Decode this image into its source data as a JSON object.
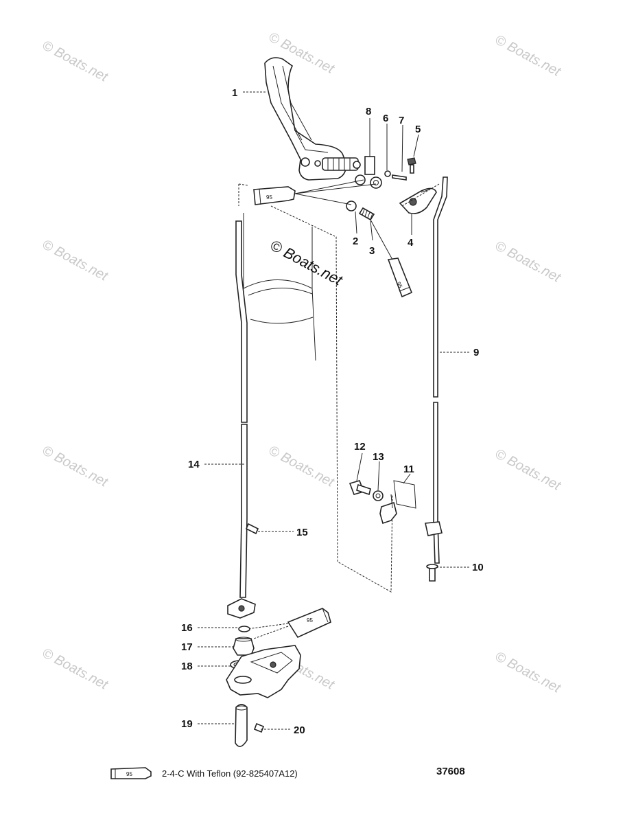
{
  "watermark": "Boats.net",
  "center_watermark": "© Boats.net",
  "callouts": {
    "c1": "1",
    "c2": "2",
    "c3": "3",
    "c4": "4",
    "c5": "5",
    "c6": "6",
    "c7": "7",
    "c8": "8",
    "c9": "9",
    "c10": "10",
    "c11": "11",
    "c12": "12",
    "c13": "13",
    "c14": "14",
    "c15": "15",
    "c16": "16",
    "c17": "17",
    "c18": "18",
    "c19": "19",
    "c20": "20"
  },
  "tube_label": "95",
  "legend": {
    "tube_label": "95",
    "text": "2-4-C  With Teflon (92-825407A12)"
  },
  "figure_number": "37608"
}
